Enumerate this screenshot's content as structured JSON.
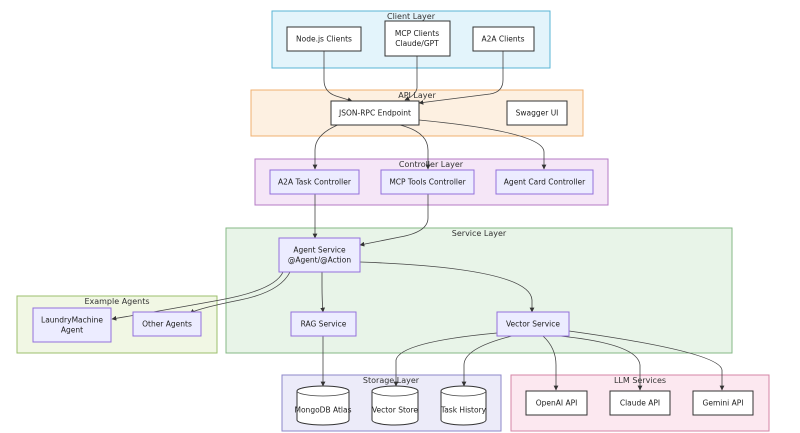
{
  "colors": {
    "client": {
      "fill": "#e3f4fb",
      "stroke": "#5ab4d6"
    },
    "api": {
      "fill": "#fdf0e1",
      "stroke": "#f0b070"
    },
    "controller": {
      "fill": "#f5e6f7",
      "stroke": "#b57bc4"
    },
    "service": {
      "fill": "#e8f4e8",
      "stroke": "#86b886"
    },
    "examples": {
      "fill": "#f1f7e4",
      "stroke": "#9cbf6c"
    },
    "storage": {
      "fill": "#ecebf9",
      "stroke": "#8c87c9"
    },
    "llm": {
      "fill": "#fce8f0",
      "stroke": "#d485a6"
    },
    "node_lavender": {
      "fill": "#ececff",
      "stroke": "#9370db"
    },
    "node_white": {
      "fill": "#ffffff",
      "stroke": "#333333"
    }
  },
  "clusters": {
    "client": "Client Layer",
    "api": "API Layer",
    "controller": "Controller Layer",
    "service": "Service Layer",
    "examples": "Example Agents",
    "storage": "Storage Layer",
    "llm": "LLM Services"
  },
  "nodes": {
    "nodejs_clients": [
      "Node.js Clients"
    ],
    "mcp_clients": [
      "MCP Clients",
      "Claude/GPT"
    ],
    "a2a_clients": [
      "A2A Clients"
    ],
    "jsonrpc": [
      "JSON-RPC Endpoint"
    ],
    "swagger": [
      "Swagger UI"
    ],
    "a2a_task_controller": [
      "A2A Task Controller"
    ],
    "mcp_tools_controller": [
      "MCP Tools Controller"
    ],
    "agent_card_controller": [
      "Agent Card Controller"
    ],
    "agent_service": [
      "Agent Service",
      "@Agent/@Action"
    ],
    "rag_service": [
      "RAG Service"
    ],
    "vector_service": [
      "Vector Service"
    ],
    "laundry_agent": [
      "LaundryMachine",
      "Agent"
    ],
    "other_agents": [
      "Other Agents"
    ],
    "mongodb": [
      "MongoDB Atlas"
    ],
    "vector_store": [
      "Vector Store"
    ],
    "task_history": [
      "Task History"
    ],
    "openai": [
      "OpenAI API"
    ],
    "claude": [
      "Claude API"
    ],
    "gemini": [
      "Gemini API"
    ]
  },
  "edges": [
    {
      "from": "nodejs_clients",
      "to": "jsonrpc"
    },
    {
      "from": "mcp_clients",
      "to": "jsonrpc"
    },
    {
      "from": "a2a_clients",
      "to": "jsonrpc"
    },
    {
      "from": "jsonrpc",
      "to": "a2a_task_controller"
    },
    {
      "from": "jsonrpc",
      "to": "mcp_tools_controller"
    },
    {
      "from": "jsonrpc",
      "to": "agent_card_controller"
    },
    {
      "from": "a2a_task_controller",
      "to": "agent_service"
    },
    {
      "from": "mcp_tools_controller",
      "to": "agent_service"
    },
    {
      "from": "agent_service",
      "to": "rag_service"
    },
    {
      "from": "agent_service",
      "to": "vector_service"
    },
    {
      "from": "agent_service",
      "to": "laundry_agent"
    },
    {
      "from": "agent_service",
      "to": "other_agents"
    },
    {
      "from": "rag_service",
      "to": "mongodb"
    },
    {
      "from": "vector_service",
      "to": "vector_store"
    },
    {
      "from": "vector_service",
      "to": "task_history"
    },
    {
      "from": "vector_service",
      "to": "openai"
    },
    {
      "from": "vector_service",
      "to": "claude"
    },
    {
      "from": "vector_service",
      "to": "gemini"
    }
  ]
}
